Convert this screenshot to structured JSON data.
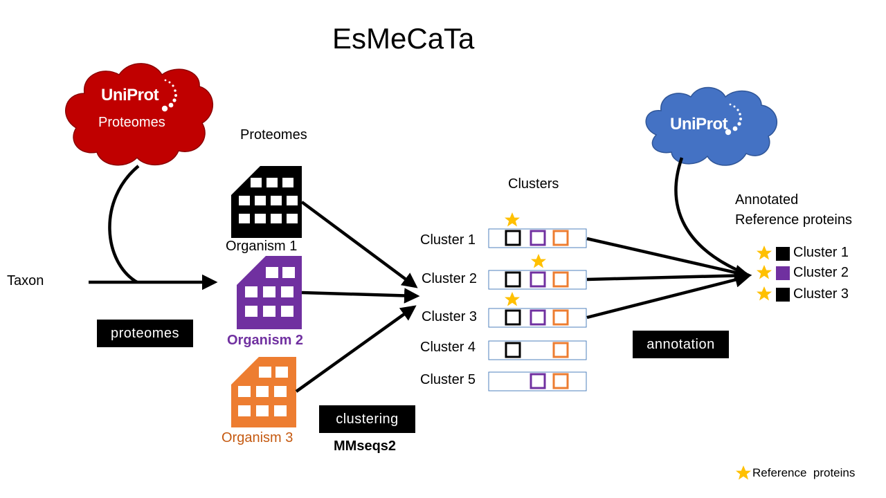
{
  "title": "EsMeCaTa",
  "input": {
    "taxon_label": "Taxon"
  },
  "uniprot_left": {
    "logo": "UniProt",
    "caption": "Proteomes",
    "color": "#c00000"
  },
  "uniprot_right": {
    "logo": "UniProt",
    "color": "#4472c4"
  },
  "proteomes_heading": "Proteomes",
  "organisms": [
    {
      "label": "Organism 1",
      "color": "#000000"
    },
    {
      "label": "Organism 2",
      "color": "#7030a0"
    },
    {
      "label": "Organism 3",
      "color": "#ed7d31"
    }
  ],
  "clusters_heading": "Clusters",
  "clusters": [
    {
      "label": "Cluster 1",
      "members": [
        "black",
        "purple",
        "orange"
      ],
      "reference": "black"
    },
    {
      "label": "Cluster 2",
      "members": [
        "black",
        "purple",
        "orange"
      ],
      "reference": "purple"
    },
    {
      "label": "Cluster 3",
      "members": [
        "black",
        "purple",
        "orange"
      ],
      "reference": "black"
    },
    {
      "label": "Cluster 4",
      "members": [
        "black",
        "orange"
      ],
      "reference": ""
    },
    {
      "label": "Cluster 5",
      "members": [
        "purple",
        "orange"
      ],
      "reference": ""
    }
  ],
  "steps": {
    "proteomes": "proteomes",
    "clustering": "clustering",
    "clustering_tool": "MMseqs2",
    "annotation": "annotation"
  },
  "annotated": {
    "heading_line1": "Annotated",
    "heading_line2": "Reference proteins",
    "items": [
      {
        "label": "Cluster 1",
        "color": "#000000"
      },
      {
        "label": "Cluster 2",
        "color": "#7030a0"
      },
      {
        "label": "Cluster 3",
        "color": "#000000"
      }
    ]
  },
  "legend": {
    "label": "Reference  proteins",
    "icon": "star-icon",
    "color": "#ffc000"
  },
  "colors": {
    "black": "#000000",
    "purple": "#7030a0",
    "orange": "#ed7d31",
    "star": "#ffc000",
    "box_border": "#4f81bd"
  }
}
